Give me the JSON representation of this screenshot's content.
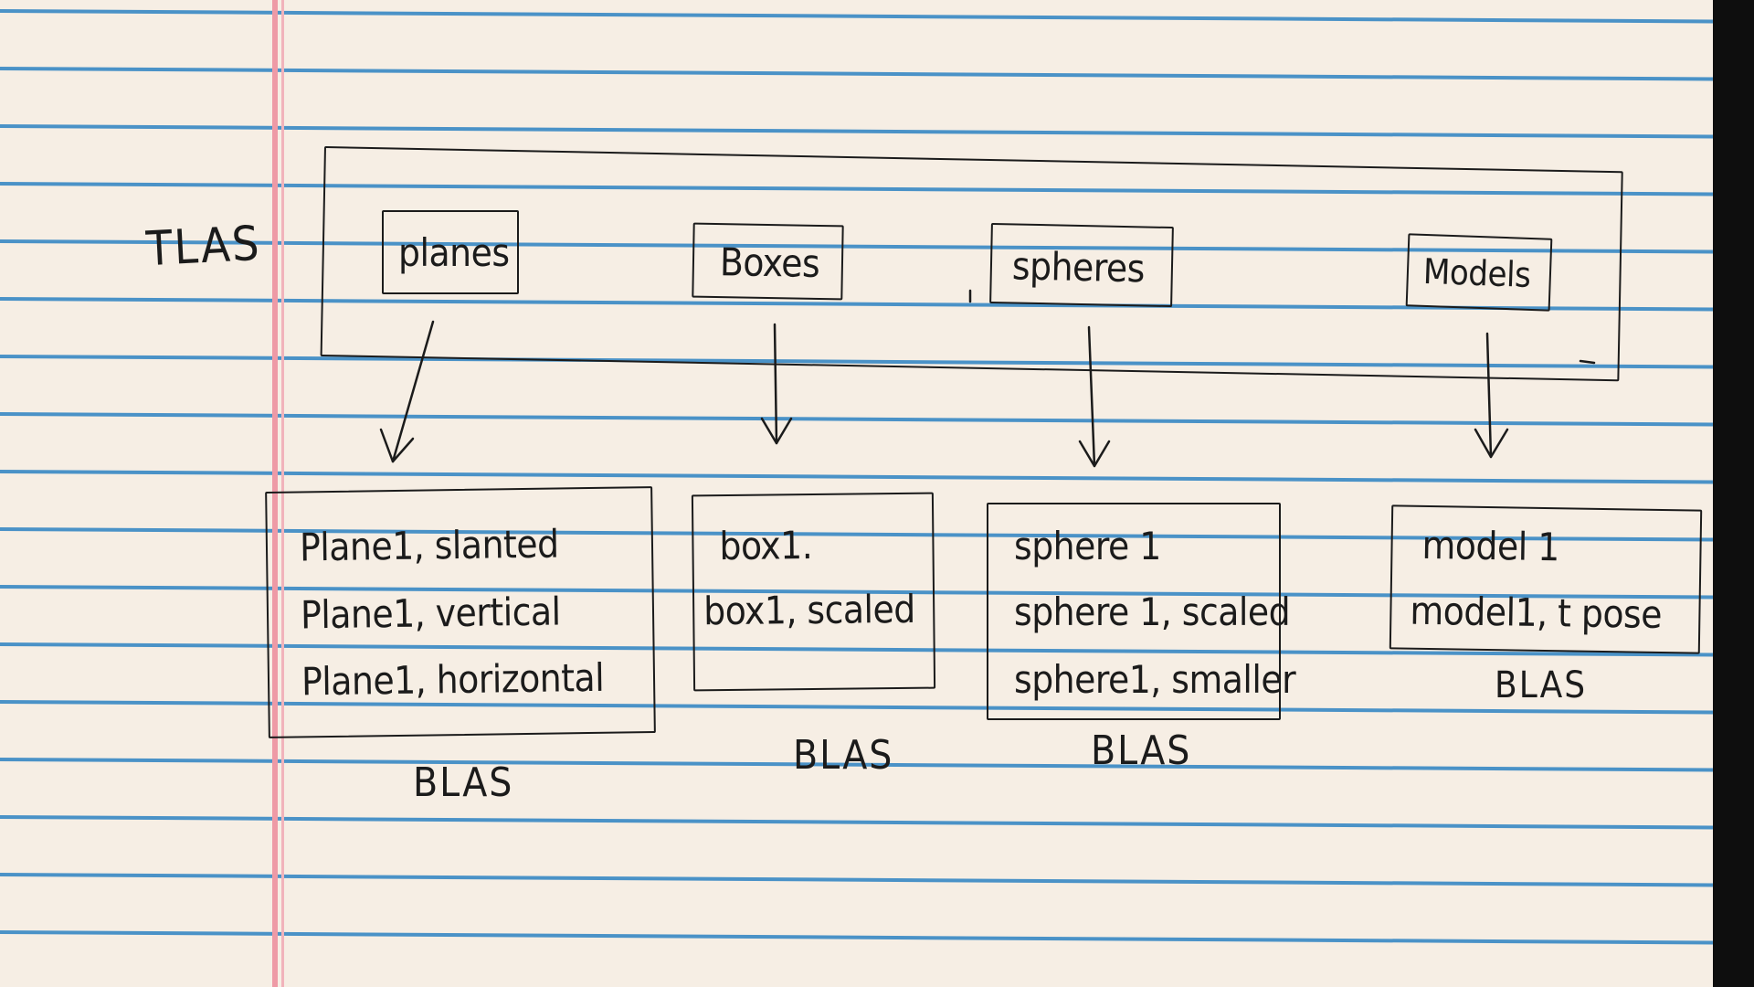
{
  "tlas": {
    "label": "TLAS",
    "groups": [
      "planes",
      "Boxes",
      "spheres",
      "Models"
    ]
  },
  "blas": [
    {
      "items": [
        "Plane1, slanted",
        "Plane1, vertical",
        "Plane1, horizontal"
      ],
      "caption": "BLAS"
    },
    {
      "items": [
        "box1.",
        "box1, scaled"
      ],
      "caption": "BLAS"
    },
    {
      "items": [
        "sphere 1",
        "sphere 1, scaled",
        "sphere1, smaller"
      ],
      "caption": "BLAS"
    },
    {
      "items": [
        "model 1",
        "model1, t pose"
      ],
      "caption": "BLAS"
    }
  ],
  "colors": {
    "paper": "#f6eee4",
    "rule_line": "#4a92c7",
    "margin_line": "#ee9aa6",
    "ink": "#1b1b1b"
  }
}
